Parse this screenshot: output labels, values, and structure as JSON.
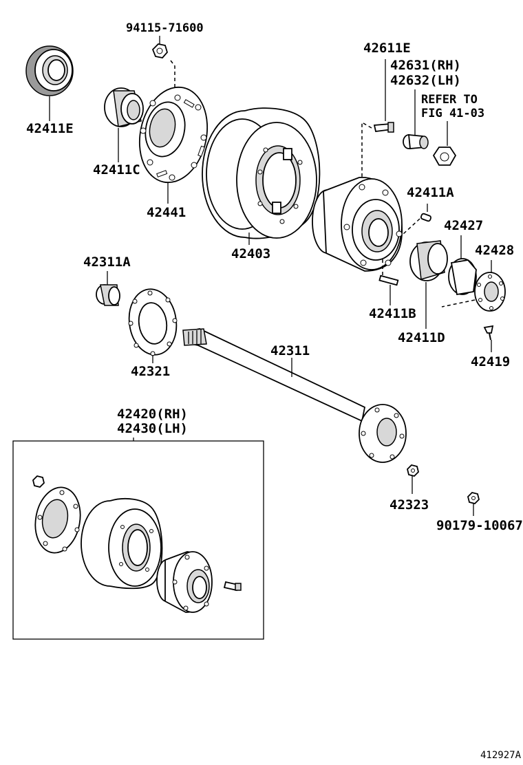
{
  "labels": {
    "p94115": "94115-71600",
    "p42411E": "42411E",
    "p42411C": "42411C",
    "p42441": "42441",
    "p42403": "42403",
    "p42611E": "42611E",
    "p42631": "42631(RH)",
    "p42632": "42632(LH)",
    "refer1": "REFER TO",
    "refer2": "FIG 41-03",
    "p42411A": "42411A",
    "p42427": "42427",
    "p42428": "42428",
    "p42311A": "42311A",
    "p42411B": "42411B",
    "p42411D": "42411D",
    "p42419": "42419",
    "p42321": "42321",
    "p42311": "42311",
    "p42420": "42420(RH)",
    "p42430": "42430(LH)",
    "p42323": "42323",
    "p90179": "90179-10067",
    "figure_id": "412927A"
  },
  "colors": {
    "line": "#000000",
    "background": "#ffffff",
    "shade": "#d8d8d8"
  }
}
